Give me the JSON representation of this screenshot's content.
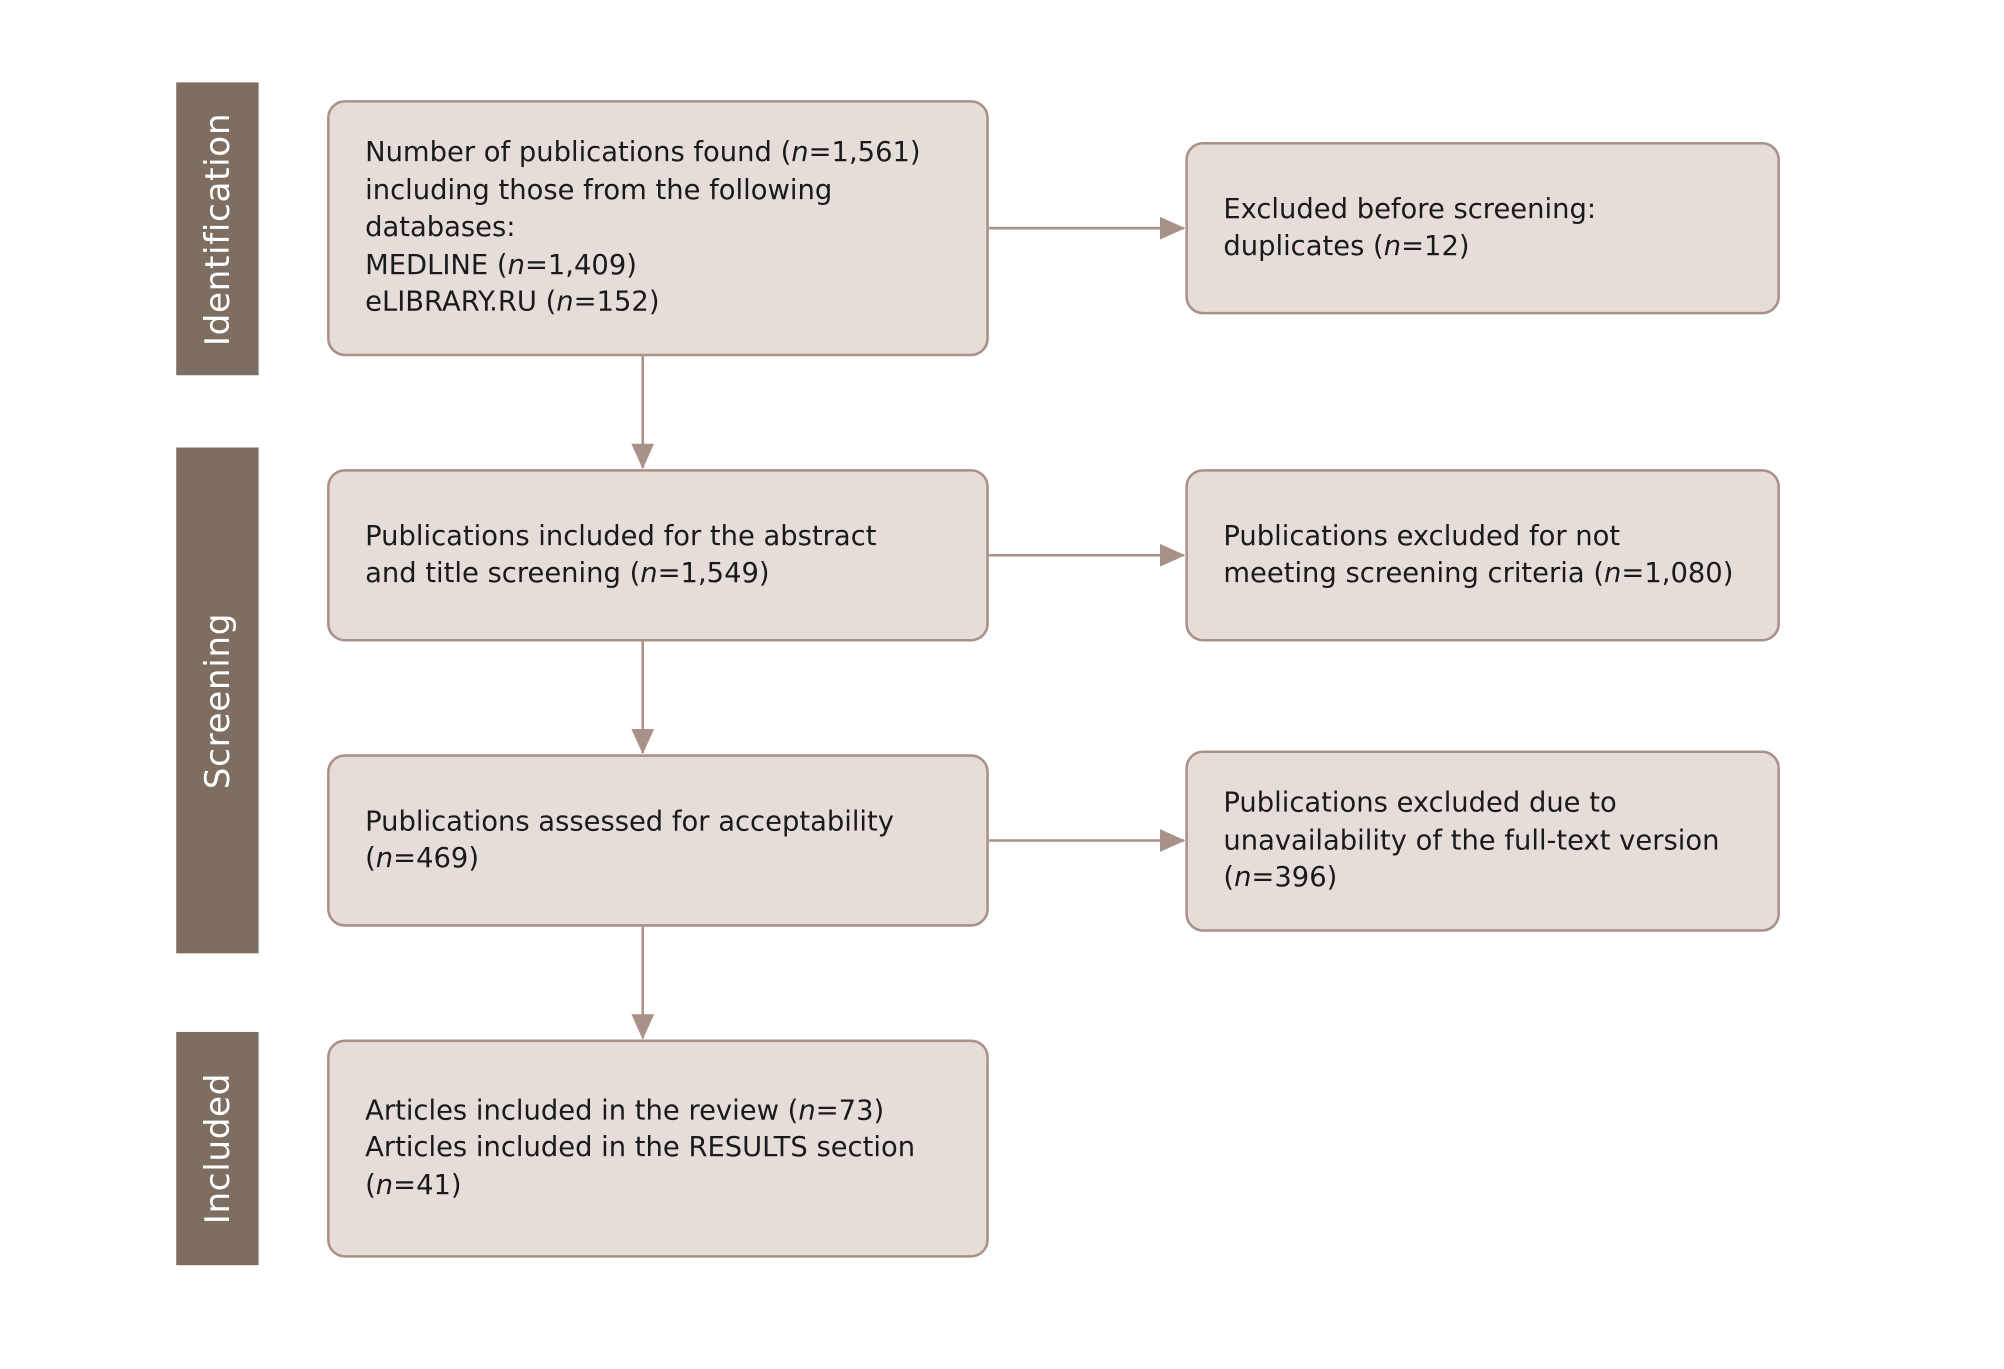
{
  "colors": {
    "phase_bg": "#7e6e61",
    "box_bg": "#e7ddd8",
    "box_border": "#a89187",
    "arrow": "#a89187"
  },
  "phases": {
    "identification": "Identification",
    "screening": "Screening",
    "included": "Included"
  },
  "boxes": {
    "found": {
      "lines": [
        [
          "Number of publications found (",
          "n",
          "=1,561)"
        ],
        [
          "including those from the following"
        ],
        [
          "databases:"
        ],
        [
          "MEDLINE (",
          "n",
          "=1,409)"
        ],
        [
          "eLIBRARY.RU (",
          "n",
          "=152)"
        ]
      ]
    },
    "excluded_duplicates": {
      "lines": [
        [
          "Excluded before screening:"
        ],
        [
          "duplicates (",
          "n",
          "=12)"
        ]
      ]
    },
    "abstract_screening": {
      "lines": [
        [
          "Publications included for the abstract"
        ],
        [
          "and title screening (",
          "n",
          "=1,549)"
        ]
      ]
    },
    "excluded_criteria": {
      "lines": [
        [
          "Publications excluded for not"
        ],
        [
          "meeting screening criteria (",
          "n",
          "=1,080)"
        ]
      ]
    },
    "assessed": {
      "lines": [
        [
          "Publications assessed for acceptability"
        ],
        [
          "(",
          "n",
          "=469)"
        ]
      ]
    },
    "excluded_fulltext": {
      "lines": [
        [
          "Publications excluded due to"
        ],
        [
          "unavailability of the full-text version"
        ],
        [
          "(",
          "n",
          "=396)"
        ]
      ]
    },
    "included_review": {
      "lines": [
        [
          "Articles included in the review (",
          "n",
          "=73)"
        ],
        [
          "Articles included in the RESULTS section"
        ],
        [
          "(",
          "n",
          "=41)"
        ]
      ]
    }
  }
}
